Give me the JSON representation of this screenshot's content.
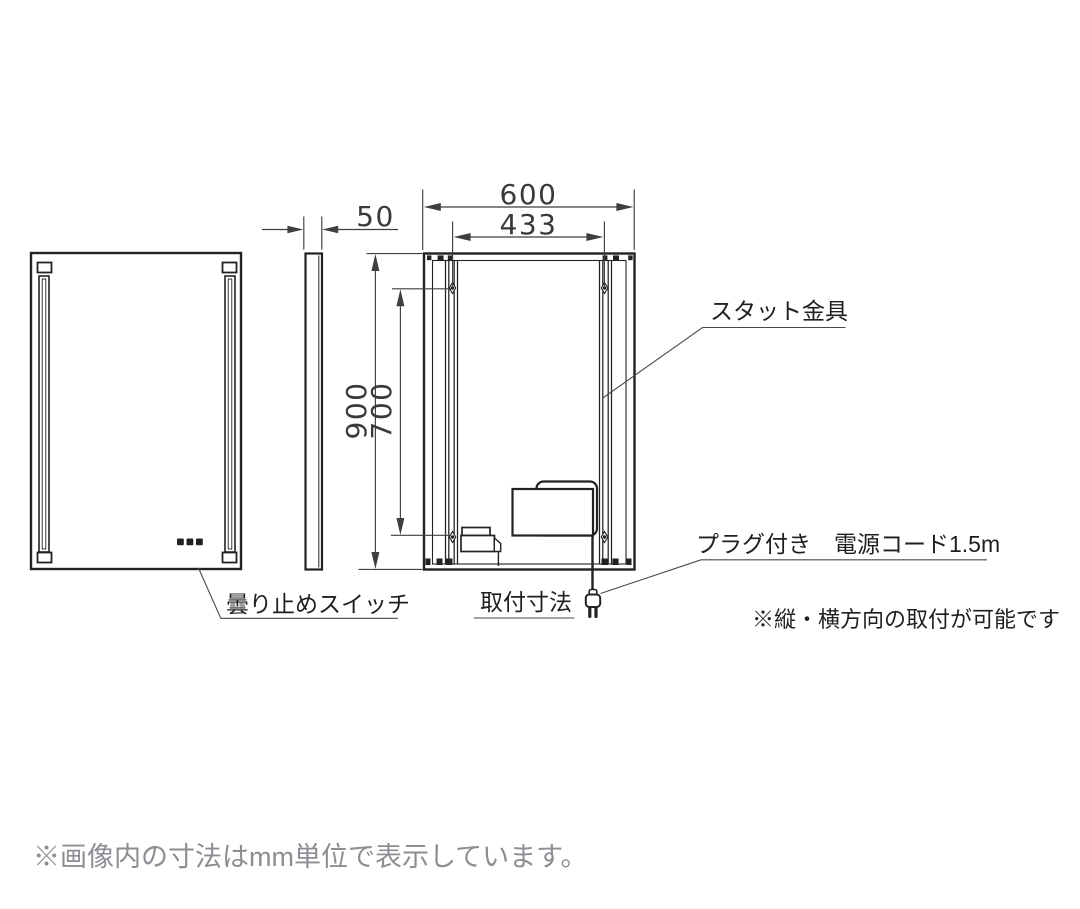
{
  "diagram": {
    "dimensions": {
      "thickness_mm": "50",
      "outer_width_mm": "600",
      "mount_width_mm": "433",
      "outer_height_mm": "900",
      "mount_height_mm": "700"
    },
    "labels": {
      "stud_bracket": "スタット金具",
      "antifog_switch": "曇り止めスイッチ",
      "mounting_dimension": "取付寸法",
      "power_cord": "プラグ付き　電源コード1.5m",
      "orientation_note": "※縦・横方向の取付が可能です"
    },
    "footnote": "※画像内の寸法はmm単位で表示しています。",
    "colors": {
      "object_line": "#222222",
      "dimension_line": "#3f3f3f",
      "dimension_text": "#3a3a3a",
      "label_text": "#1f1f1f",
      "footnote_text": "#8d8d93",
      "background": "#ffffff"
    }
  }
}
